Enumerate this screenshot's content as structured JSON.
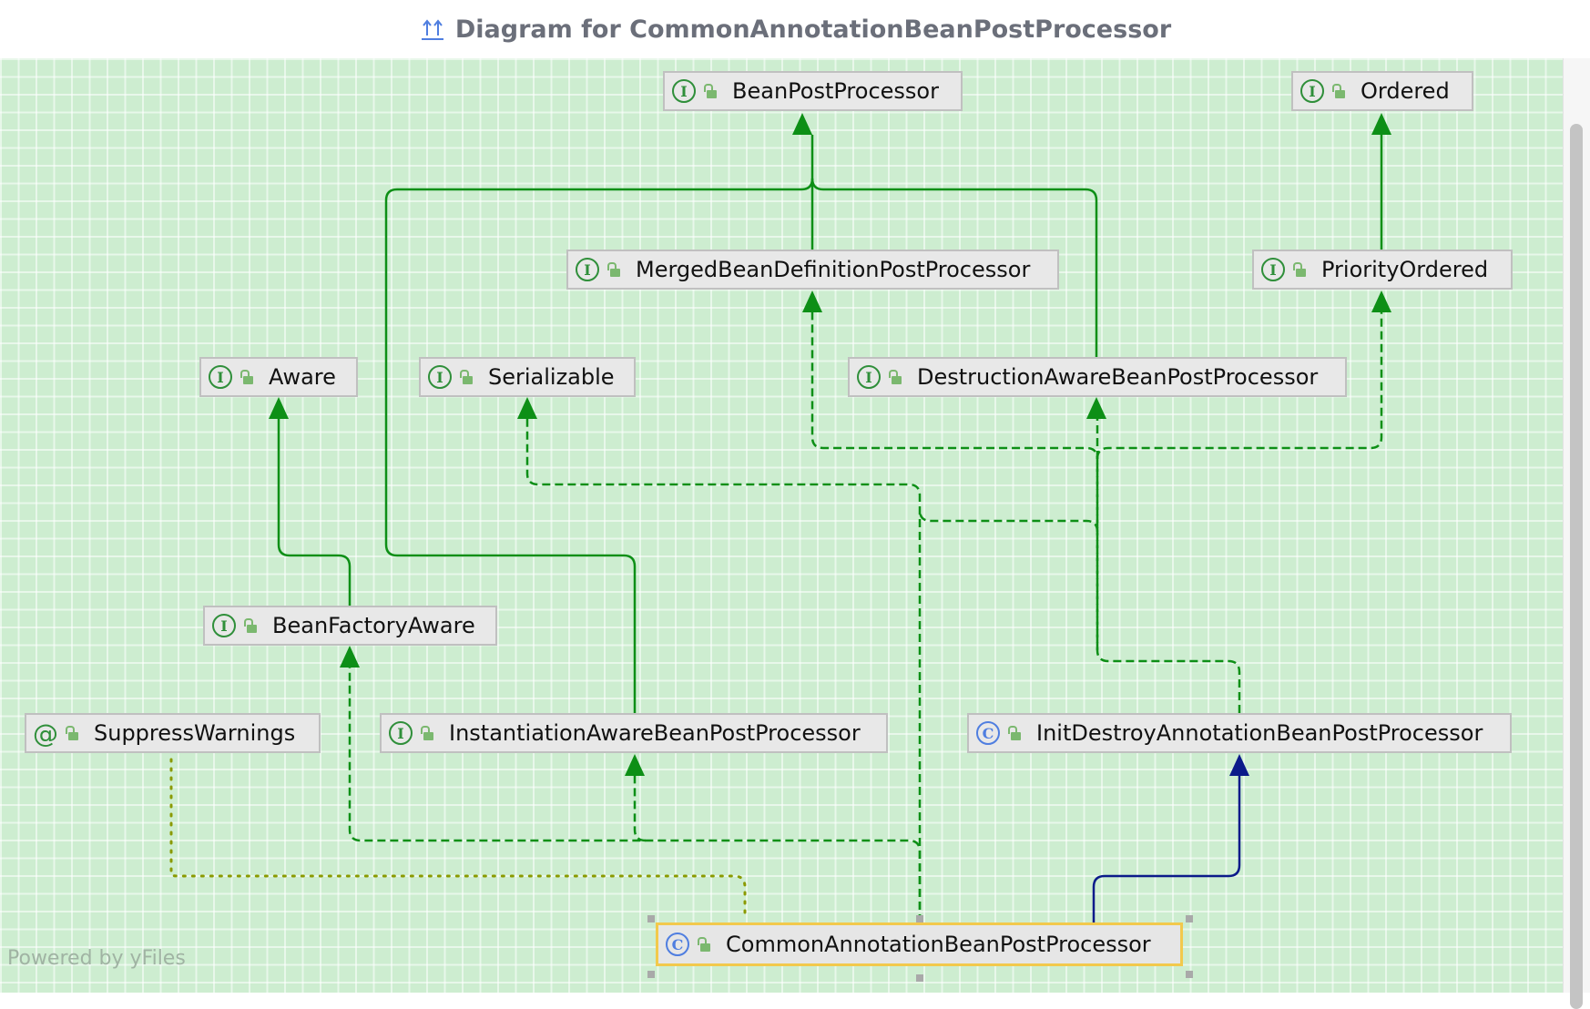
{
  "title": "Diagram for CommonAnnotationBeanPostProcessor",
  "footer": "Powered by yFiles",
  "colors": {
    "canvas": "#cdedd0",
    "edge_implements": "#0d8f16",
    "edge_extends": "#0b1a8a",
    "edge_annotation": "#8a9a00",
    "selected_border": "#f2c94c"
  },
  "nodes": {
    "bean_post_processor": {
      "label": "BeanPostProcessor",
      "kind": "interface"
    },
    "ordered": {
      "label": "Ordered",
      "kind": "interface"
    },
    "merged_bean_definition_post_processor": {
      "label": "MergedBeanDefinitionPostProcessor",
      "kind": "interface"
    },
    "priority_ordered": {
      "label": "PriorityOrdered",
      "kind": "interface"
    },
    "aware": {
      "label": "Aware",
      "kind": "interface"
    },
    "serializable": {
      "label": "Serializable",
      "kind": "interface"
    },
    "destruction_aware_bean_post_processor": {
      "label": "DestructionAwareBeanPostProcessor",
      "kind": "interface"
    },
    "bean_factory_aware": {
      "label": "BeanFactoryAware",
      "kind": "interface"
    },
    "suppress_warnings": {
      "label": "SuppressWarnings",
      "kind": "annotation"
    },
    "instantiation_aware_bean_post_processor": {
      "label": "InstantiationAwareBeanPostProcessor",
      "kind": "interface"
    },
    "init_destroy_annotation_bean_post_processor": {
      "label": "InitDestroyAnnotationBeanPostProcessor",
      "kind": "class"
    },
    "common_annotation_bean_post_processor": {
      "label": "CommonAnnotationBeanPostProcessor",
      "kind": "class"
    }
  },
  "icons": {
    "interface": "I",
    "class": "C",
    "annotation": "@"
  }
}
